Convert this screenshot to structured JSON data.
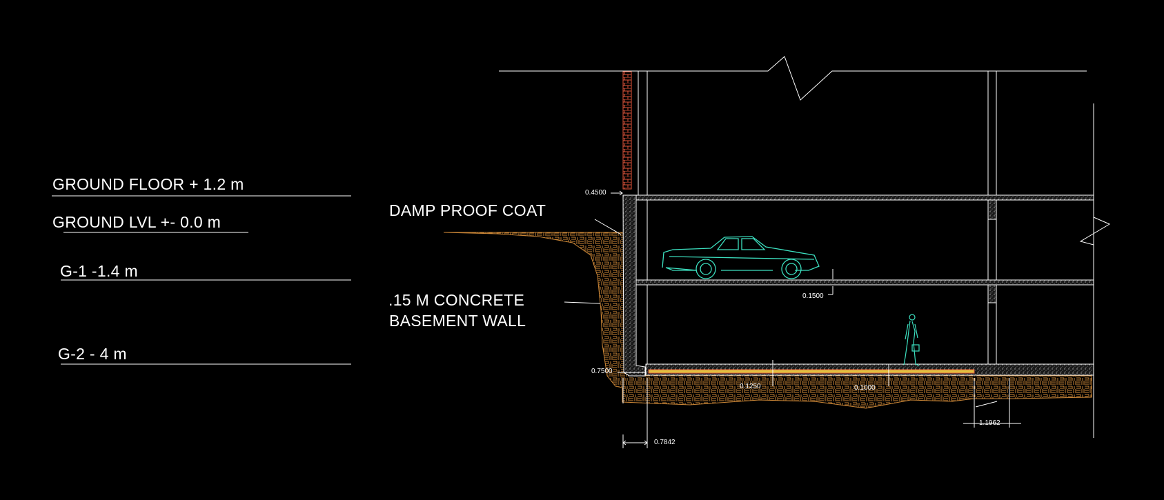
{
  "levels": {
    "ground_floor": "GROUND FLOOR  + 1.2 m",
    "ground_lvl": "GROUND LVL  +- 0.0 m",
    "g1": "G-1 -1.4 m",
    "g2": "G-2 - 4 m"
  },
  "annotations": {
    "damp_proof": "DAMP PROOF COAT",
    "concrete_wall_1": ".15 M CONCRETE",
    "concrete_wall_2": "BASEMENT  WALL"
  },
  "dimensions": {
    "d_0450": "0.4500",
    "d_0150": "0.1500",
    "d_0750": "0.7500",
    "d_0125": "0.1250",
    "d_0100": "0.1000",
    "d_07842": "0.7842",
    "d_11962": "1.1962"
  },
  "colors": {
    "background": "#000000",
    "line": "#ffffff",
    "soil": "#d08a3a",
    "brick": "#e0553a",
    "car": "#3ce0c0",
    "person": "#3ce0c0",
    "dpc": "#e0c040"
  }
}
